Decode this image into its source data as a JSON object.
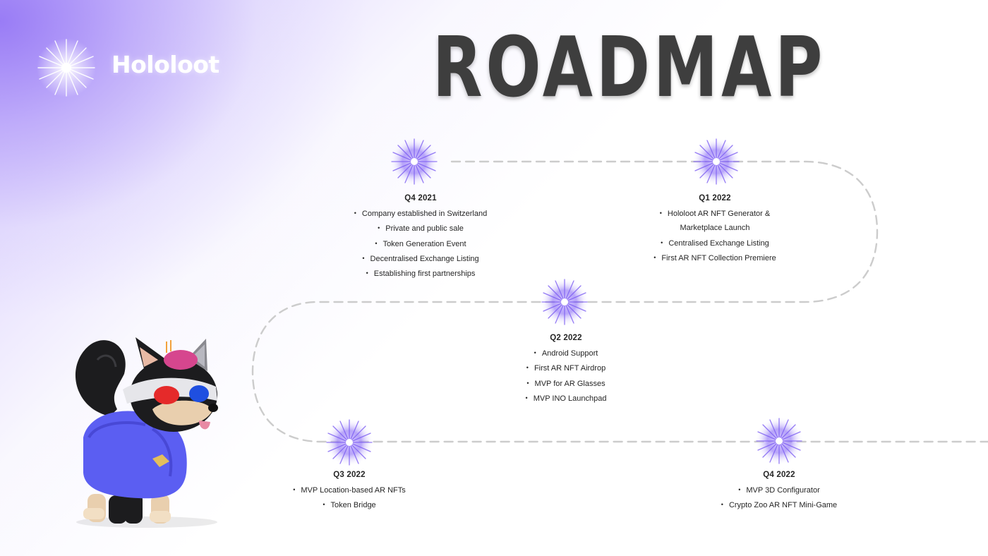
{
  "brand": {
    "name": "Hololoot"
  },
  "title": "ROADMAP",
  "colors": {
    "accent": "#7b5cf2",
    "path": "#cccccc",
    "title": "#3e3e3e"
  },
  "milestones": [
    {
      "label": "Q4 2021",
      "items": [
        "Company established in Switzerland",
        "Private and public sale",
        "Token Generation Event",
        "Decentralised Exchange Listing",
        "Establishing first partnerships"
      ]
    },
    {
      "label": "Q1 2022",
      "items": [
        "Hololoot AR NFT Generator &",
        "Marketplace Launch",
        "Centralised Exchange Listing",
        "First AR NFT Collection Premiere"
      ]
    },
    {
      "label": "Q2 2022",
      "items": [
        "Android Support",
        "First AR NFT Airdrop",
        "MVP for AR Glasses",
        "MVP INO Launchpad"
      ]
    },
    {
      "label": "Q3 2022",
      "items": [
        "MVP Location-based AR NFTs",
        "Token Bridge"
      ]
    },
    {
      "label": "Q4 2022",
      "items": [
        "MVP 3D Configurator",
        "Crypto Zoo AR NFT Mini-Game"
      ]
    }
  ]
}
